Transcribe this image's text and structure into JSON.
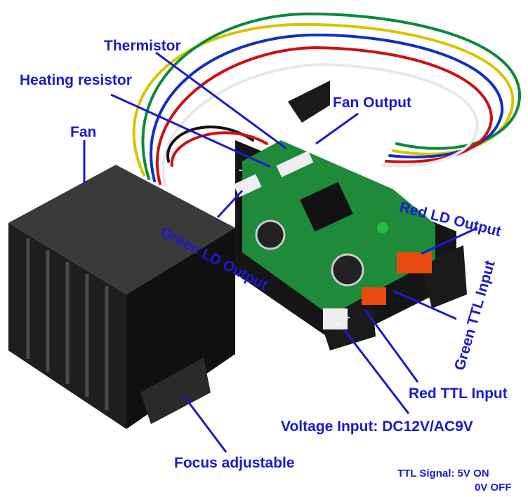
{
  "labels": {
    "thermistor": "Thermistor",
    "heating_resistor": "Heating resistor",
    "fan": "Fan",
    "fan_output": "Fan Output",
    "green_ld_output": "Green LD Output",
    "red_ld_output": "Red LD Output",
    "green_ttl_input": "Green TTL Input",
    "red_ttl_input": "Red TTL Input",
    "voltage_input": "Voltage Input: DC12V/AC9V",
    "focus_adjustable": "Focus adjustable"
  },
  "ttl_signal": {
    "line1": "TTL Signal: 5V ON",
    "line2": "0V OFF"
  },
  "polarity": {
    "plus": "+",
    "minus": "-"
  },
  "colors": {
    "label_blue": "#1a1ad0",
    "pcb_green": "#1e8a3a",
    "housing_black": "#151515"
  }
}
